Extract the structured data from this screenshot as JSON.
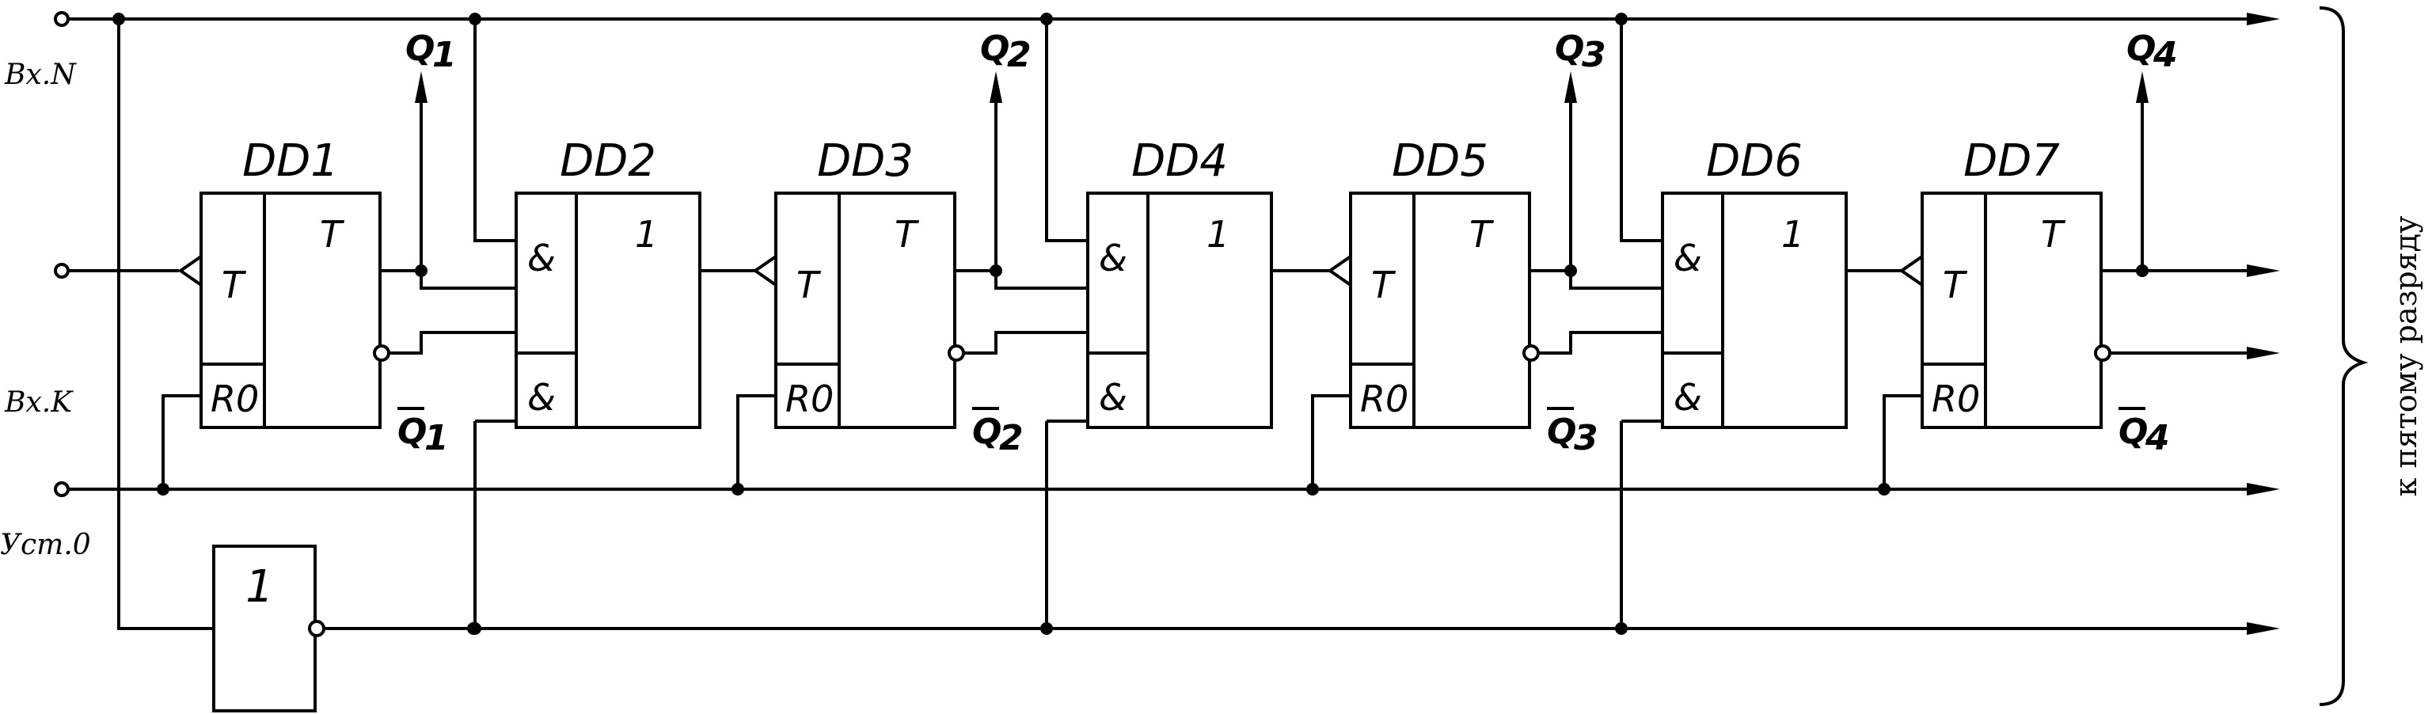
{
  "inputs": {
    "vx_n": "Вх.N",
    "vx_k": "Вх.K",
    "ust0": "Уст.0"
  },
  "inverter_label": "1",
  "triggers": [
    {
      "name": "DD1",
      "t_in": "T",
      "t_out": "T",
      "reset": "R0"
    },
    {
      "name": "DD3",
      "t_in": "T",
      "t_out": "T",
      "reset": "R0"
    },
    {
      "name": "DD5",
      "t_in": "T",
      "t_out": "T",
      "reset": "R0"
    },
    {
      "name": "DD7",
      "t_in": "T",
      "t_out": "T",
      "reset": "R0"
    }
  ],
  "logic": [
    {
      "name": "DD2",
      "and1": "&",
      "and2": "&",
      "or": "1"
    },
    {
      "name": "DD4",
      "and1": "&",
      "and2": "&",
      "or": "1"
    },
    {
      "name": "DD6",
      "and1": "&",
      "and2": "&",
      "or": "1"
    }
  ],
  "outputs": [
    {
      "q": "Q",
      "sub": "1",
      "nq": "Q",
      "nsub": "1"
    },
    {
      "q": "Q",
      "sub": "2",
      "nq": "Q",
      "nsub": "2"
    },
    {
      "q": "Q",
      "sub": "3",
      "nq": "Q",
      "nsub": "3"
    },
    {
      "q": "Q",
      "sub": "4",
      "nq": "Q",
      "nsub": "4"
    }
  ],
  "side_note": "к пятому разряду"
}
